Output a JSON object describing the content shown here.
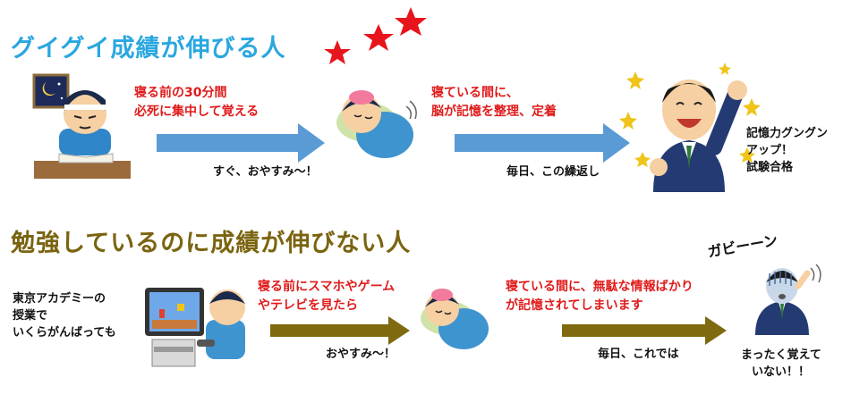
{
  "top": {
    "title": "グイグイ成績が伸びる人",
    "step1_caption_lines": [
      "寝る前の30分間",
      "必死に集中して覚える"
    ],
    "arrow1_label": "すぐ、おやすみ～！",
    "step2_caption_lines": [
      "寝ている間に、",
      "脳が記憶を整理、定着"
    ],
    "arrow2_label": "毎日、この繰返し",
    "result_lines": [
      "記憶力グングン",
      "アップ！",
      "試験合格"
    ],
    "arrow_color": "#5b9bd5"
  },
  "bottom": {
    "title": "勉強しているのに成績が伸びない人",
    "intro_lines": [
      "東京アカデミーの",
      "授業で",
      "いくらがんばっても"
    ],
    "step1_caption_lines": [
      "寝る前にスマホやゲーム",
      "やテレビを見たら"
    ],
    "arrow1_label": "おやすみ～！",
    "step2_caption_lines": [
      "寝ている間に、無駄な情報ばかり",
      "が記憶されてしまいます"
    ],
    "arrow2_label": "毎日、これでは",
    "shock_text": "ガビーーン",
    "result_lines": [
      "まったく覚えて",
      "いない！！"
    ],
    "arrow_color": "#7f6a10"
  }
}
